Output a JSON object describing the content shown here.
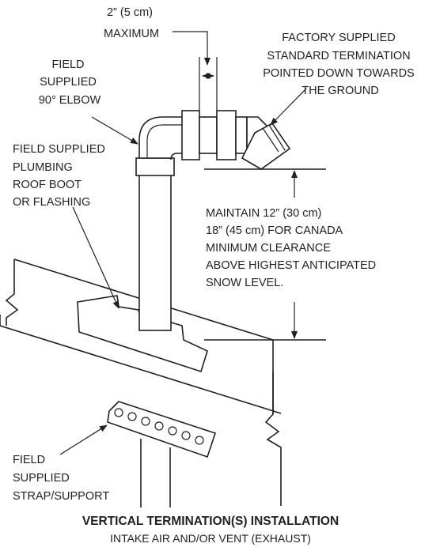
{
  "labels": {
    "max_spacing": [
      "2” (5 cm)",
      "MAXIMUM"
    ],
    "factory_termination": [
      "FACTORY SUPPLIED",
      "STANDARD TERMINATION",
      "POINTED DOWN TOWARDS",
      "THE GROUND"
    ],
    "field_elbow": [
      "FIELD",
      "SUPPLIED",
      "90° ELBOW"
    ],
    "roof_boot": [
      "FIELD SUPPLIED",
      "PLUMBING",
      "ROOF BOOT",
      "OR FLASHING"
    ],
    "clearance": [
      "MAINTAIN 12” (30 cm)",
      "18” (45 cm) FOR CANADA",
      "MINIMUM CLEARANCE",
      "ABOVE HIGHEST ANTICIPATED",
      "SNOW LEVEL."
    ],
    "strap_support": [
      "FIELD",
      "SUPPLIED",
      "STRAP/SUPPORT"
    ]
  },
  "caption": {
    "title": "VERTICAL TERMINATION(S) INSTALLATION",
    "subtitle": "INTAKE AIR AND/OR VENT (EXHAUST)"
  }
}
